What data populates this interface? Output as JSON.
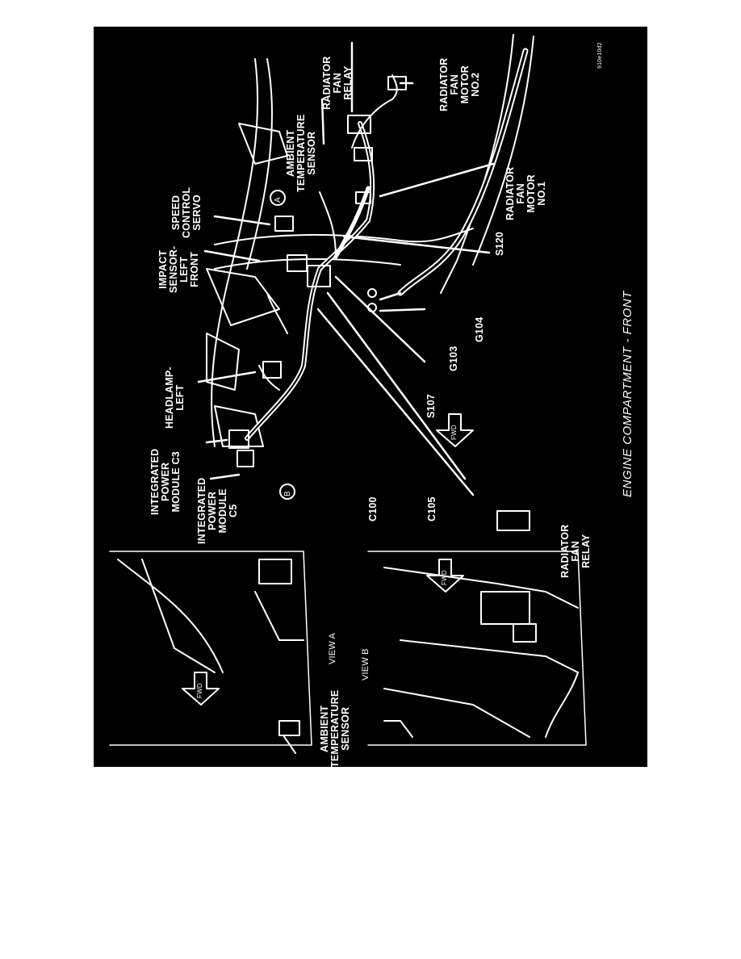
{
  "diagram": {
    "caption": "ENGINE COMPARTMENT - FRONT",
    "figure_id": "910e10d2",
    "labels": {
      "radiator_fan_relay": [
        "RADIATOR",
        "FAN",
        "RELAY"
      ],
      "radiator_fan_motor_2": [
        "RADIATOR",
        "FAN",
        "MOTOR",
        "NO.2"
      ],
      "ambient_temperature_sensor": [
        "AMBIENT",
        "TEMPERATURE",
        "SENSOR"
      ],
      "speed_control_servo": [
        "SPEED",
        "CONTROL",
        "SERVO"
      ],
      "radiator_fan_motor_1": [
        "RADIATOR",
        "FAN",
        "MOTOR",
        "NO.1"
      ],
      "impact_sensor_left_front": [
        "IMPACT",
        "SENSOR-",
        "LEFT",
        "FRONT"
      ],
      "s120": "S120",
      "headlamp_left": [
        "HEADLAMP-",
        "LEFT"
      ],
      "g104": "G104",
      "g103": "G103",
      "s107": "S107",
      "integrated_power_module_c3": [
        "INTEGRATED",
        "POWER",
        "MODULE C3"
      ],
      "integrated_power_module_c5": [
        "INTEGRATED",
        "POWER",
        "MODULE",
        "C5"
      ],
      "c100": "C100",
      "c105": "C105",
      "view_a_label": "VIEW A",
      "view_b_label": "VIEW B",
      "inset_radiator_fan_relay": [
        "RADIATOR",
        "FAN",
        "RELAY"
      ],
      "inset_ambient_temperature_sensor": [
        "AMBIENT",
        "TEMPERATURE",
        "SENSOR"
      ],
      "marker_a": "A",
      "marker_b": "B",
      "fwd": "FWD"
    }
  }
}
